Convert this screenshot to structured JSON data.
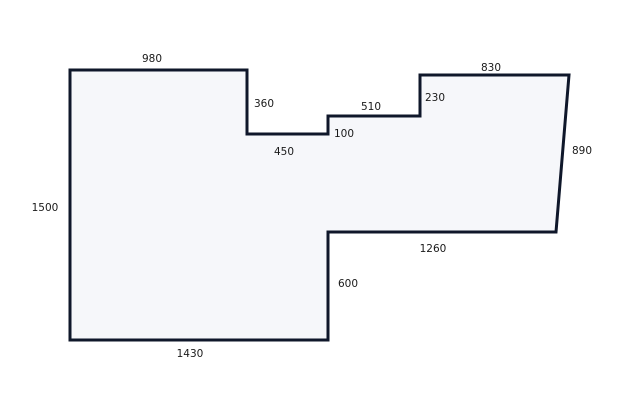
{
  "diagram": {
    "shape": {
      "fill_color": "#f6f7fa",
      "stroke_color": "#0f172a"
    },
    "dimensions": [
      {
        "id": "top-left-edge",
        "value": "980"
      },
      {
        "id": "notch-drop-edge",
        "value": "360"
      },
      {
        "id": "notch-bottom-edge",
        "value": "450"
      },
      {
        "id": "small-step-edge",
        "value": "100"
      },
      {
        "id": "middle-step-edge",
        "value": "510"
      },
      {
        "id": "right-step-edge",
        "value": "230"
      },
      {
        "id": "top-right-edge",
        "value": "830"
      },
      {
        "id": "slanted-right-edge",
        "value": "890"
      },
      {
        "id": "inner-shelf-edge",
        "value": "1260"
      },
      {
        "id": "inner-drop-edge",
        "value": "600"
      },
      {
        "id": "bottom-edge",
        "value": "1430"
      },
      {
        "id": "left-edge",
        "value": "1500"
      }
    ]
  }
}
